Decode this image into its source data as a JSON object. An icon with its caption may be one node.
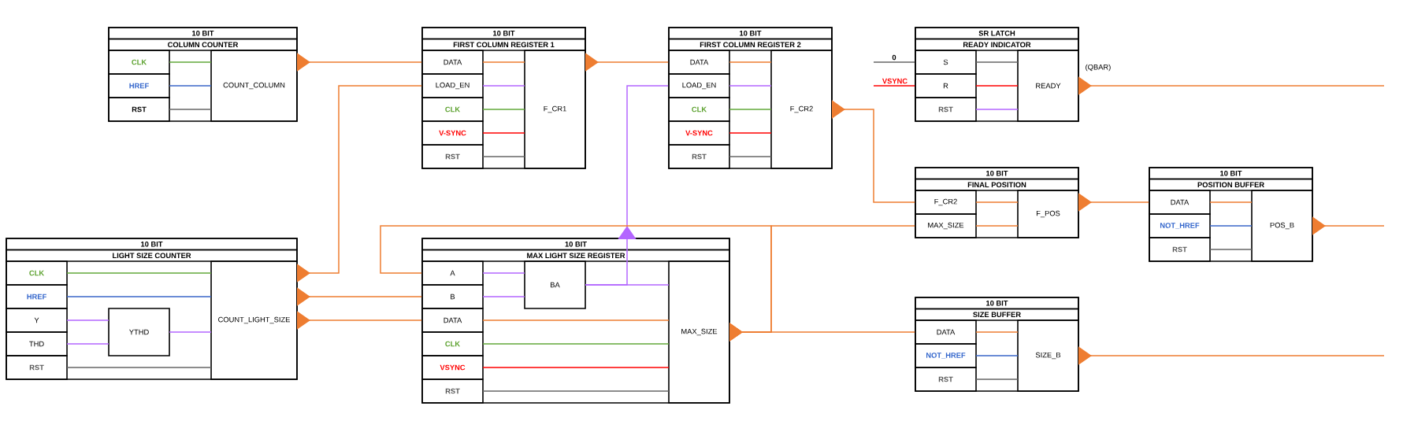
{
  "diagram": {
    "nodes": [
      {
        "text": [
          "10 BIT",
          "COLUMN COUNTER"
        ]
      },
      {
        "text": [
          "CLK"
        ],
        "in": 0
      },
      {
        "text": [
          "HREF"
        ],
        "in": 0
      },
      {
        "text": [
          "RST"
        ],
        "in": 0
      },
      {
        "text": [
          "COUNT_COLUMN"
        ],
        "in": 0
      },
      {
        "text": [
          "10 BIT",
          "FIRST COLUMN REGISTER 1"
        ]
      },
      {
        "text": [
          "DATA"
        ],
        "in": 5
      },
      {
        "text": [
          "LOAD_EN"
        ],
        "in": 5
      },
      {
        "text": [
          "CLK"
        ],
        "in": 5
      },
      {
        "text": [
          "V-SYNC"
        ],
        "in": 5
      },
      {
        "text": [
          "RST"
        ],
        "in": 5
      },
      {
        "text": [
          "F_CR1"
        ],
        "in": 5
      },
      {
        "text": [
          "10 BIT",
          "FIRST COLUMN REGISTER 2"
        ]
      },
      {
        "text": [
          "DATA"
        ],
        "in": 12
      },
      {
        "text": [
          "LOAD_EN"
        ],
        "in": 12
      },
      {
        "text": [
          "CLK"
        ],
        "in": 12
      },
      {
        "text": [
          "V-SYNC"
        ],
        "in": 12
      },
      {
        "text": [
          "RST"
        ],
        "in": 12
      },
      {
        "text": [
          "F_CR2"
        ],
        "in": 12
      },
      {
        "text": [
          "SR LATCH",
          "READY INDICATOR"
        ]
      },
      {
        "text": [
          "S"
        ],
        "in": 19
      },
      {
        "text": [
          "R"
        ],
        "in": 19
      },
      {
        "text": [
          "RST"
        ],
        "in": 19
      },
      {
        "text": [
          "READY"
        ],
        "in": 19
      },
      {
        "text": [
          "10 BIT",
          "FINAL POSITION"
        ]
      },
      {
        "text": [
          "F_CR2"
        ],
        "in": 24
      },
      {
        "text": [
          "MAX_SIZE"
        ],
        "in": 24
      },
      {
        "text": [
          "F_POS"
        ],
        "in": 24
      },
      {
        "text": [
          "10 BIT",
          "POSITION BUFFER"
        ]
      },
      {
        "text": [
          "DATA"
        ],
        "in": 28
      },
      {
        "text": [
          "NOT_HREF"
        ],
        "in": 28
      },
      {
        "text": [
          "RST"
        ],
        "in": 28
      },
      {
        "text": [
          "POS_B"
        ],
        "in": 28
      },
      {
        "text": [
          "10 BIT",
          "LIGHT SIZE COUNTER"
        ]
      },
      {
        "text": [
          "CLK"
        ],
        "in": 33
      },
      {
        "text": [
          "HREF"
        ],
        "in": 33
      },
      {
        "text": [
          "Y"
        ],
        "in": 33
      },
      {
        "text": [
          "THD"
        ],
        "in": 33
      },
      {
        "text": [
          "RST"
        ],
        "in": 33
      },
      {
        "text": [
          "YTHD"
        ],
        "in": 33
      },
      {
        "text": [
          "COUNT_LIGHT_SIZE"
        ],
        "in": 33
      },
      {
        "text": [
          "10 BIT",
          "MAX LIGHT SIZE REGISTER"
        ]
      },
      {
        "text": [
          "A"
        ],
        "in": 41
      },
      {
        "text": [
          "B"
        ],
        "in": 41
      },
      {
        "text": [
          "DATA"
        ],
        "in": 41
      },
      {
        "text": [
          "CLK"
        ],
        "in": 41
      },
      {
        "text": [
          "VSYNC"
        ],
        "in": 41
      },
      {
        "text": [
          "RST"
        ],
        "in": 41
      },
      {
        "text": [
          "BA"
        ],
        "in": 41
      },
      {
        "text": [
          "MAX_SIZE"
        ],
        "in": 41
      },
      {
        "text": [
          "10 BIT",
          "SIZE BUFFER"
        ]
      },
      {
        "text": [
          "DATA"
        ],
        "in": 50
      },
      {
        "text": [
          "NOT_HREF"
        ],
        "in": 50
      },
      {
        "text": [
          "RST"
        ],
        "in": 50
      },
      {
        "text": [
          "SIZE_B"
        ],
        "in": 50
      }
    ],
    "edges": [
      {
        "from": 1,
        "to": 4,
        "arrow": "none",
        "color": "#62a83a"
      },
      {
        "from": 2,
        "to": 4,
        "arrow": "none",
        "color": "#3a66c8"
      },
      {
        "from": 3,
        "to": 4,
        "arrow": "none",
        "color": "#666666"
      },
      {
        "from": 6,
        "to": 11,
        "arrow": "none"
      },
      {
        "from": 7,
        "to": 11,
        "arrow": "none",
        "color": "#b366ff"
      },
      {
        "from": 8,
        "to": 11,
        "arrow": "none",
        "color": "#62a83a"
      },
      {
        "from": 9,
        "to": 11,
        "arrow": "none",
        "color": "#ff0000"
      },
      {
        "from": 10,
        "to": 11,
        "arrow": "none",
        "color": "#666666"
      },
      {
        "from": 13,
        "to": 18,
        "arrow": "none"
      },
      {
        "from": 14,
        "to": 18,
        "arrow": "none",
        "color": "#b366ff"
      },
      {
        "from": 15,
        "to": 18,
        "arrow": "none",
        "color": "#62a83a"
      },
      {
        "from": 16,
        "to": 18,
        "arrow": "none",
        "color": "#ff0000"
      },
      {
        "from": 17,
        "to": 18,
        "arrow": "none",
        "color": "#666666"
      },
      {
        "from": 20,
        "to": 23,
        "arrow": "none",
        "color": "#666666"
      },
      {
        "from": 21,
        "to": 23,
        "arrow": "none",
        "color": "#ff0000"
      },
      {
        "from": 22,
        "to": 23,
        "arrow": "none",
        "color": "#b366ff"
      },
      {
        "from": 25,
        "to": 27,
        "arrow": "none"
      },
      {
        "from": 26,
        "to": 27,
        "arrow": "none"
      },
      {
        "from": 29,
        "to": 32,
        "arrow": "none"
      },
      {
        "from": 30,
        "to": 32,
        "arrow": "none",
        "color": "#3a66c8"
      },
      {
        "from": 31,
        "to": 32,
        "arrow": "none",
        "color": "#666666"
      },
      {
        "from": 34,
        "to": 40,
        "arrow": "none",
        "color": "#62a83a"
      },
      {
        "from": 35,
        "to": 40,
        "arrow": "none",
        "color": "#3a66c8"
      },
      {
        "from": 36,
        "to": 39,
        "arrow": "none",
        "color": "#b366ff"
      },
      {
        "from": 37,
        "to": 39,
        "arrow": "none",
        "color": "#b366ff"
      },
      {
        "from": 39,
        "to": 40,
        "arrow": "none",
        "color": "#b366ff"
      },
      {
        "from": 38,
        "to": 40,
        "arrow": "none",
        "color": "#666666"
      },
      {
        "from": 42,
        "to": 48,
        "arrow": "none",
        "color": "#b366ff"
      },
      {
        "from": 43,
        "to": 48,
        "arrow": "none",
        "color": "#b366ff"
      },
      {
        "from": 48,
        "to": 49,
        "arrow": "none",
        "color": "#b366ff"
      },
      {
        "from": 44,
        "to": 49,
        "arrow": "none"
      },
      {
        "from": 45,
        "to": 49,
        "arrow": "none",
        "color": "#62a83a"
      },
      {
        "from": 46,
        "to": 49,
        "arrow": "none",
        "color": "#ff0000"
      },
      {
        "from": 47,
        "to": 49,
        "arrow": "none",
        "color": "#666666"
      },
      {
        "from": 51,
        "to": 54,
        "arrow": "none"
      },
      {
        "from": 52,
        "to": 54,
        "arrow": "none",
        "color": "#3a66c8"
      },
      {
        "from": 53,
        "to": 54,
        "arrow": "none",
        "color": "#666666"
      },
      {
        "from": 4,
        "to": 6,
        "arrow": "to"
      },
      {
        "from": 11,
        "to": 13,
        "arrow": "to"
      },
      {
        "from": 40,
        "to": 7,
        "arrow": "to"
      },
      {
        "from": 40,
        "to": 43,
        "arrow": "to"
      },
      {
        "from": 40,
        "to": 44,
        "arrow": "to"
      },
      {
        "from": 48,
        "to": 14,
        "arrow": "to",
        "color": "#b366ff"
      },
      {
        "from": 18,
        "to": 25,
        "arrow": "to"
      },
      {
        "from": 49,
        "to": 42,
        "arrow": "to"
      },
      {
        "from": 49,
        "to": 26,
        "arrow": "to"
      },
      {
        "from": 49,
        "to": 51,
        "arrow": "to"
      },
      {
        "from": null,
        "to": 20,
        "arrow": "none",
        "label": "0",
        "color": "#666666"
      },
      {
        "from": null,
        "to": 21,
        "arrow": "none",
        "label": "VSYNC",
        "color": "#ff0000"
      },
      {
        "from": 23,
        "to": null,
        "arrow": "to",
        "label": "(QBAR)"
      },
      {
        "from": 27,
        "to": 29,
        "arrow": "to"
      },
      {
        "from": 32,
        "to": null,
        "arrow": "to"
      },
      {
        "from": 54,
        "to": null,
        "arrow": "to"
      }
    ]
  }
}
